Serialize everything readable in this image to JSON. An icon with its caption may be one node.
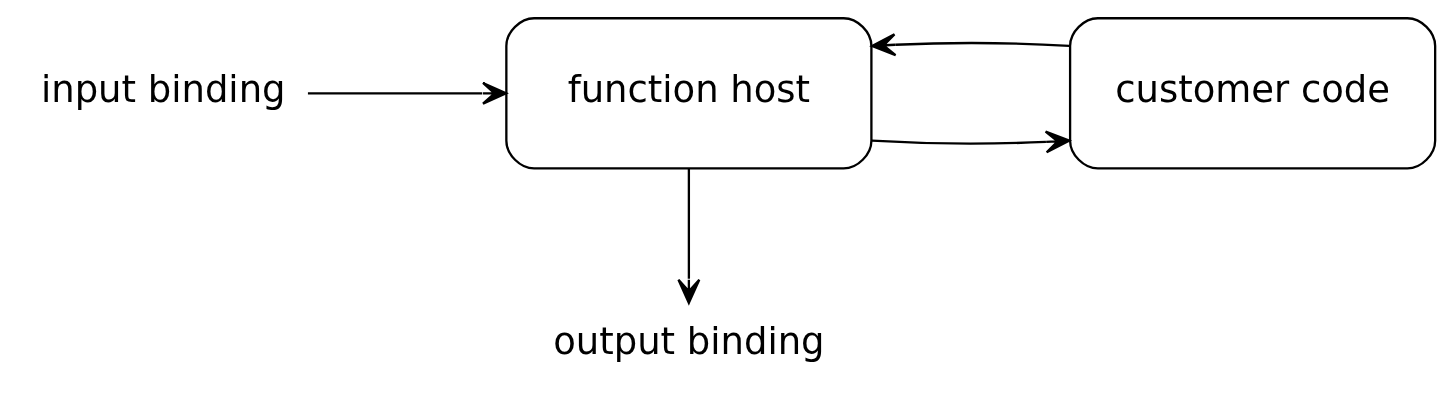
{
  "diagram": {
    "nodes": [
      {
        "text": [
          "input binding"
        ]
      },
      {
        "text": [
          "function host"
        ]
      },
      {
        "text": [
          "customer code"
        ]
      },
      {
        "text": [
          "output binding"
        ]
      }
    ],
    "edges": [
      {
        "from": 0,
        "to": 1,
        "arrow": "to"
      },
      {
        "from": 1,
        "to": 2,
        "arrow": "to"
      },
      {
        "from": 2,
        "to": 1,
        "arrow": "to"
      },
      {
        "from": 1,
        "to": 3,
        "arrow": "to"
      }
    ]
  }
}
